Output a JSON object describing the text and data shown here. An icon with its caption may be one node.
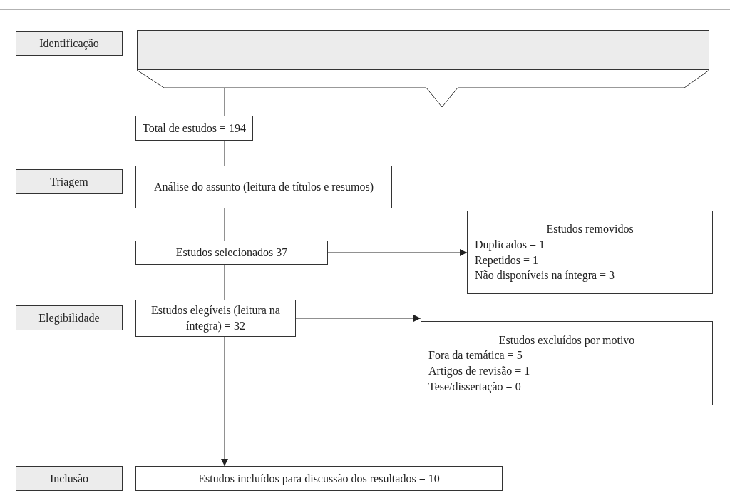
{
  "diagram": {
    "nodes": [
      {
        "text": [
          "Identificação"
        ]
      },
      {
        "text": [],
        "shape": "box"
      },
      {
        "text": [
          "Total de estudos = 194"
        ]
      },
      {
        "text": [
          "Triagem"
        ]
      },
      {
        "text": [
          "Análise do assunto (leitura de títulos e resumos)"
        ]
      },
      {
        "text": [
          "Estudos selecionados  37"
        ]
      },
      {
        "text": [
          "Estudos removidos",
          "Duplicados = 1",
          "Repetidos = 1",
          "Não disponíveis na íntegra = 3"
        ]
      },
      {
        "text": [
          "Elegibilidade"
        ]
      },
      {
        "text": [
          "Estudos elegíveis (leitura na íntegra) = 32"
        ]
      },
      {
        "text": [
          "Estudos excluídos por motivo",
          "Fora da temática = 5",
          "Artigos de revisão = 1",
          "Tese/dissertação = 0"
        ]
      },
      {
        "text": [
          "Inclusão"
        ]
      },
      {
        "text": [
          "Estudos incluídos para discussão dos resultados = 10"
        ]
      }
    ],
    "edges": [
      {
        "from": 1,
        "to": 2,
        "arrow": "none"
      },
      {
        "from": 2,
        "to": 4,
        "arrow": "none"
      },
      {
        "from": 4,
        "to": 5,
        "arrow": "none"
      },
      {
        "from": 5,
        "to": 6,
        "arrow": "to"
      },
      {
        "from": 5,
        "to": 8,
        "arrow": "none"
      },
      {
        "from": 8,
        "to": 9,
        "arrow": "to"
      },
      {
        "from": 8,
        "to": 11,
        "arrow": "to"
      }
    ]
  }
}
